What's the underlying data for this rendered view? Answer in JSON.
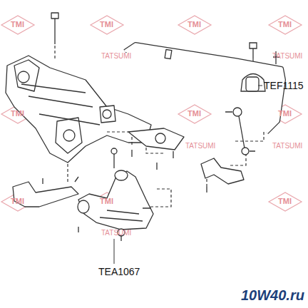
{
  "diagram": {
    "labels": [
      "TEF1115",
      "TEA1067",
      "TMI",
      "TMI",
      "TMI",
      "TMI",
      "TMI",
      "TMI",
      "TMI",
      "TMI",
      "TMI",
      "TMI",
      "TATSUMI",
      "TATSUMI",
      "TATSUMI",
      "TATSUMI",
      "TATSUMI",
      "10W40.ru"
    ]
  }
}
